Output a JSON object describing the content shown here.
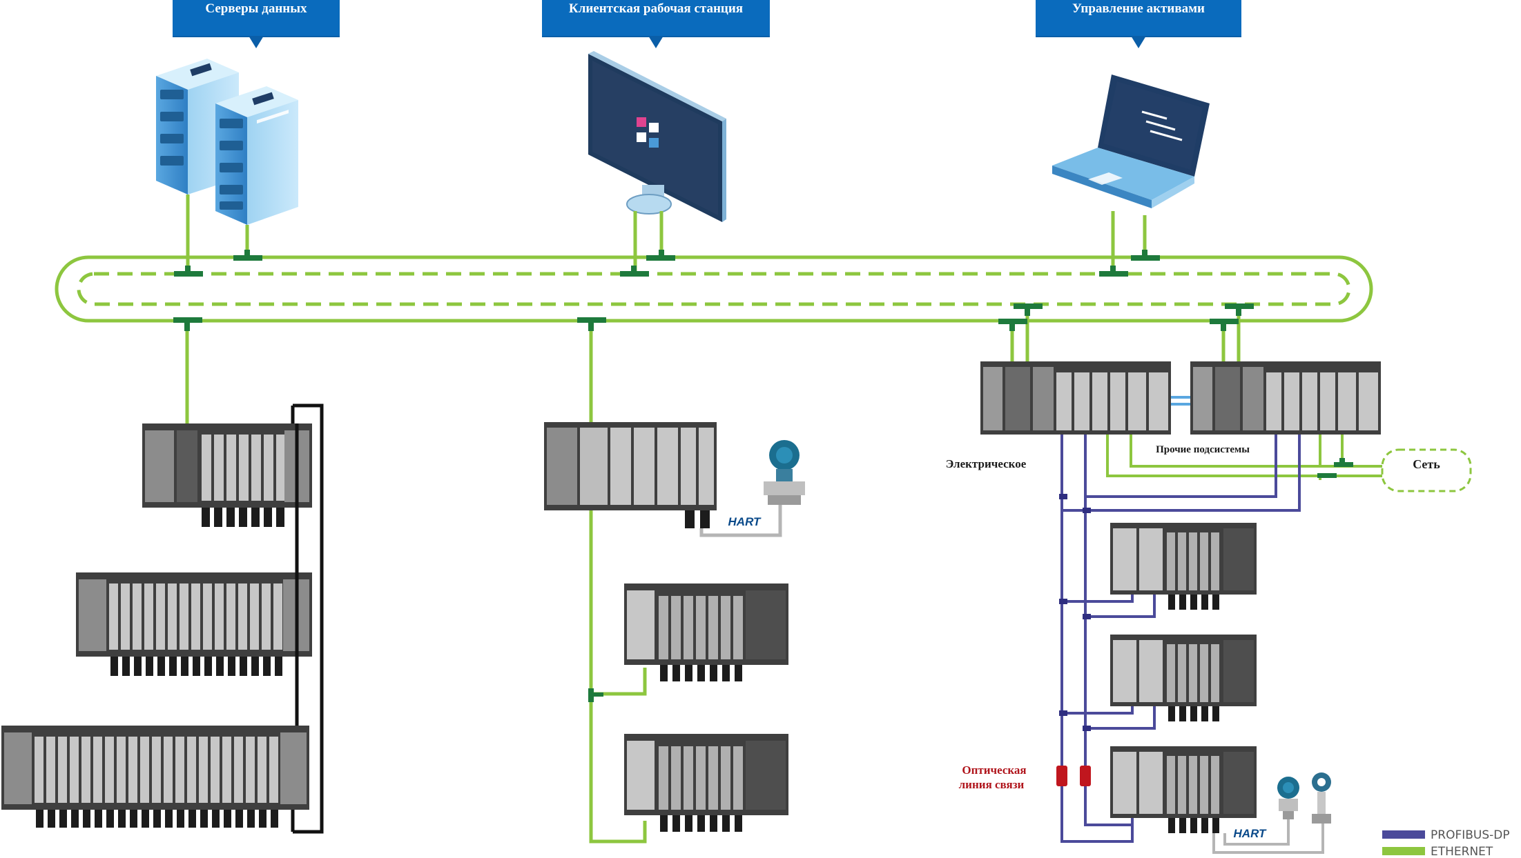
{
  "headers": {
    "servers": "Серверы данных",
    "workstation": "Клиентская рабочая станция",
    "asset_management": "Управление активами"
  },
  "labels": {
    "electrical": "Электрическое",
    "other_subsystems": "Прочие подсистемы",
    "network": "Сеть",
    "optical_line": "Оптическая\nлиния связи",
    "hart_1": "HART",
    "hart_2": "HART"
  },
  "legend": {
    "profibus": "PROFIBUS-DP",
    "ethernet": "ETHERNET"
  },
  "colors": {
    "ethernet": "#8dc63f",
    "profibus": "#4b4a9a",
    "header_bg": "#0a6bbd",
    "optical": "#c0161e",
    "optical_text": "#b0151c",
    "hart_cable": "#b5b5b5",
    "redundancy": "#111111",
    "device_dark": "#3d3d3d",
    "device_light": "#d9d9d9"
  },
  "icons": [
    "database-server-icon",
    "desktop-monitor-icon",
    "laptop-icon",
    "pressure-transmitter-icon",
    "flow-meter-icon"
  ]
}
